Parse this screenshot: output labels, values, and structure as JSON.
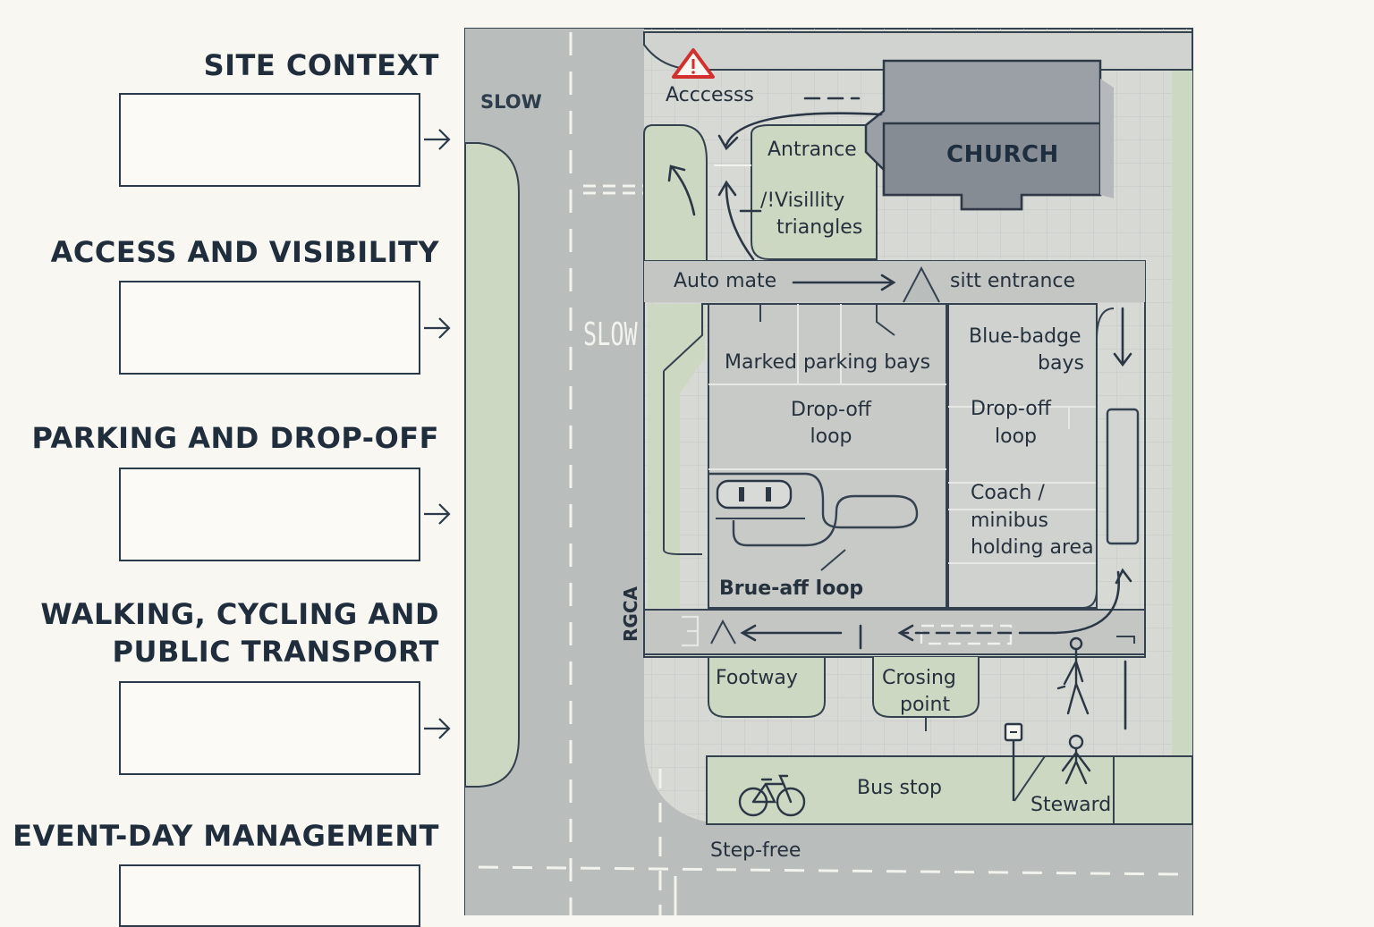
{
  "sections": [
    {
      "heading_lines": [
        "SITE CONTEXT"
      ]
    },
    {
      "heading_lines": [
        "ACCESS AND VISIBILITY"
      ]
    },
    {
      "heading_lines": [
        "PARKING AND DROP-OFF"
      ]
    },
    {
      "heading_lines": [
        "WALKING, CYCLING AND",
        "PUBLIC TRANSPORT"
      ]
    },
    {
      "heading_lines": [
        "EVENT-DAY MANAGEMENT"
      ]
    }
  ],
  "map": {
    "road_slow_top": "SLOW",
    "road_slow_painted": "SLOW",
    "road_vertical_marking": "RGCA",
    "access": "Acccesss",
    "church": "CHURCH",
    "entrance": "Antrance",
    "visibility_mark": "/!",
    "visibility_line1": "Visillity",
    "visibility_line2": "triangles",
    "auto_mate": "Auto mate",
    "site_entrance": "sitt entrance",
    "marked_bays": "Marked parking bays",
    "dropoff_left_line1": "Drop-off",
    "dropoff_left_line2": "loop",
    "blue_badge_line1": "Blue-badge",
    "blue_badge_line2": "bays",
    "dropoff_right_line1": "Drop-off",
    "dropoff_right_line2": "loop",
    "coach_line1": "Coach /",
    "coach_line2": "minibus",
    "coach_line3": "holding area",
    "brue_loop": "Brue-aff loop",
    "footway": "Footway",
    "crossing_line1": "Crosing",
    "crossing_line2": "point",
    "bus_stop": "Bus stop",
    "steward": "Steward",
    "step_free": "Step-free"
  },
  "colors": {
    "background": "#f8f7f1",
    "road": "#b8bcba",
    "ground": "#d5d8d3",
    "green": "#cdd8c2",
    "building": "#9aa0a6",
    "building_dark": "#868c93",
    "outline": "#34414e",
    "warning": "#d32f2f"
  },
  "icons": [
    "arrow-right-icon",
    "warning-triangle-icon",
    "bicycle-icon",
    "pedestrian-icon",
    "steward-icon",
    "bus-stop-sign-icon",
    "car-icon"
  ]
}
